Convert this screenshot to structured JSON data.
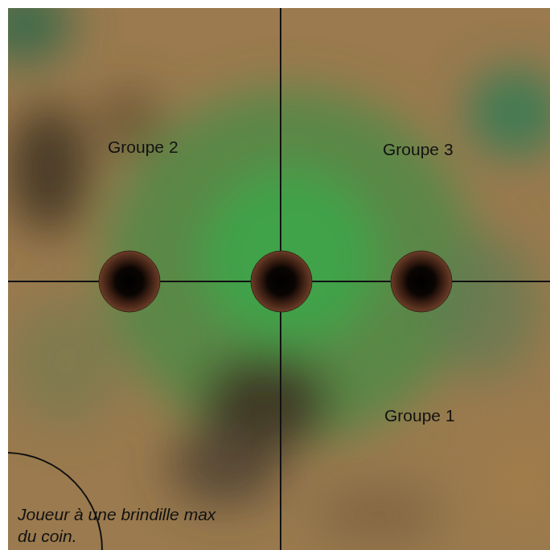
{
  "diagram": {
    "labels": [
      "Groupe 2",
      "Groupe 3",
      "Groupe 1",
      "Joueur à une brindille max du coin."
    ]
  }
}
